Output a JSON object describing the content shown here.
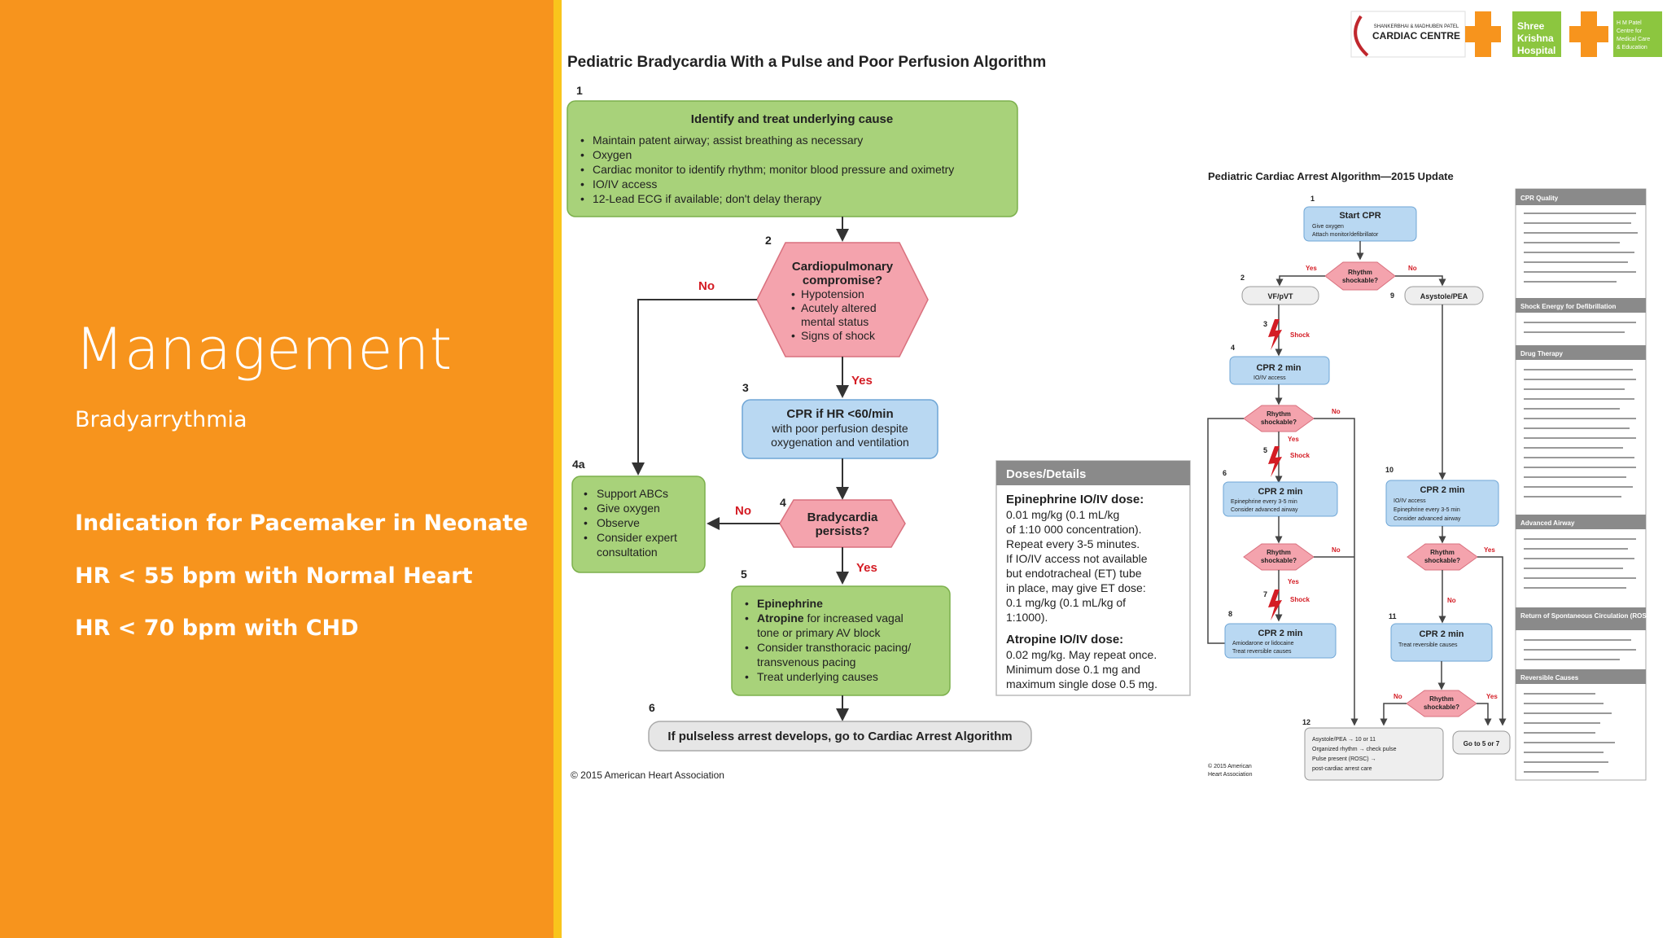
{
  "slide": {
    "title": "Management",
    "subtitle": "Bradyarrythmia",
    "points": [
      "Indication for Pacemaker in Neonate",
      "HR < 55 bpm with Normal Heart",
      "HR < 70 bpm with CHD"
    ]
  },
  "logos": {
    "cardiac_small": "SHANKERBHAI & MADHUBEN PATEL",
    "cardiac_centre": "CARDIAC CENTRE",
    "hospital_line1": "Shree",
    "hospital_line2": "Krishna",
    "hospital_line3": "Hospital",
    "centre_line1": "H M Patel",
    "centre_line2": "Centre for",
    "centre_line3": "Medical Care",
    "centre_line4": "& Education"
  },
  "brady": {
    "title": "Pediatric Bradycardia With a Pulse and Poor Perfusion Algorithm",
    "n1": "1",
    "n2": "2",
    "n3": "3",
    "n4a": "4a",
    "n4": "4",
    "n5": "5",
    "n6": "6",
    "box1_title": "Identify and treat underlying cause",
    "box1_items": [
      "Maintain patent airway; assist breathing as necessary",
      "Oxygen",
      "Cardiac monitor to identify rhythm; monitor blood pressure and oximetry",
      "IO/IV access",
      "12-Lead ECG if available; don't delay therapy"
    ],
    "hex2_title1": "Cardiopulmonary",
    "hex2_title2": "compromise?",
    "hex2_items": [
      "Hypotension",
      "Acutely altered",
      "mental status",
      "Signs of shock"
    ],
    "no": "No",
    "yes": "Yes",
    "box3_line1": "CPR if HR <60/min",
    "box3_line2": "with poor perfusion despite",
    "box3_line3": "oxygenation and ventilation",
    "box4a_items": [
      "Support ABCs",
      "Give oxygen",
      "Observe",
      "Consider expert",
      "consultation"
    ],
    "hex4_line1": "Bradycardia",
    "hex4_line2": "persists?",
    "box5_items": [
      {
        "bold": "Epinephrine",
        "rest": ""
      },
      {
        "bold": "Atropine",
        "rest": " for increased vagal"
      },
      {
        "bold": "",
        "rest": "tone or primary AV block"
      },
      {
        "bold": "",
        "rest": "Consider transthoracic pacing/"
      },
      {
        "bold": "",
        "rest": "transvenous pacing"
      },
      {
        "bold": "",
        "rest": "Treat underlying causes"
      }
    ],
    "box6": "If pulseless arrest develops, go to Cardiac Arrest Algorithm",
    "copyright": "© 2015 American Heart Association"
  },
  "doses": {
    "header": "Doses/Details",
    "epi_title": "Epinephrine IO/IV dose:",
    "epi_lines": [
      "0.01 mg/kg (0.1 mL/kg",
      "of 1:10 000 concentration).",
      "Repeat every 3-5 minutes.",
      "If IO/IV access not available",
      "but endotracheal (ET) tube",
      "in place, may give ET dose:",
      "0.1 mg/kg (0.1 mL/kg of",
      "1:1000)."
    ],
    "atro_title": "Atropine IO/IV dose:",
    "atro_lines": [
      "0.02 mg/kg. May repeat once.",
      "Minimum dose 0.1 mg and",
      "maximum single dose 0.5 mg."
    ]
  },
  "arrest": {
    "title": "Pediatric Cardiac Arrest Algorithm—2015 Update",
    "start": "Start CPR",
    "start_items": [
      "Give oxygen",
      "Attach monitor/defibrillator"
    ],
    "rhythm_q1": "Rhythm",
    "rhythm_q2": "shockable?",
    "vf": "VF/pVT",
    "asys": "Asystole/PEA",
    "shock": "Shock",
    "cpr": "CPR 2 min",
    "io_access": "IO/IV access",
    "epi_step": "Epinephrine every 3-5 min",
    "airway": "Consider advanced airway",
    "amio": "Amiodarone or lidocaine",
    "reversible": "Treat reversible causes",
    "yes": "Yes",
    "no": "No",
    "n1": "1",
    "n2": "2",
    "n3": "3",
    "n4": "4",
    "n5": "5",
    "n6": "6",
    "n7": "7",
    "n8": "8",
    "n9": "9",
    "n10": "10",
    "n11": "11",
    "n12": "12",
    "box12_items": [
      "Asystole/PEA → 10 or 11",
      "Organized rhythm → check pulse",
      "Pulse present (ROSC) →",
      "post-cardiac arrest care"
    ],
    "goto": "Go to 5 or 7",
    "copyright1": "© 2015 American",
    "copyright2": "Heart Association",
    "side_sections": [
      "CPR Quality",
      "Shock Energy for Defibrillation",
      "Drug Therapy",
      "Advanced Airway",
      "Return of Spontaneous Circulation (ROSC)",
      "Reversible Causes"
    ]
  }
}
